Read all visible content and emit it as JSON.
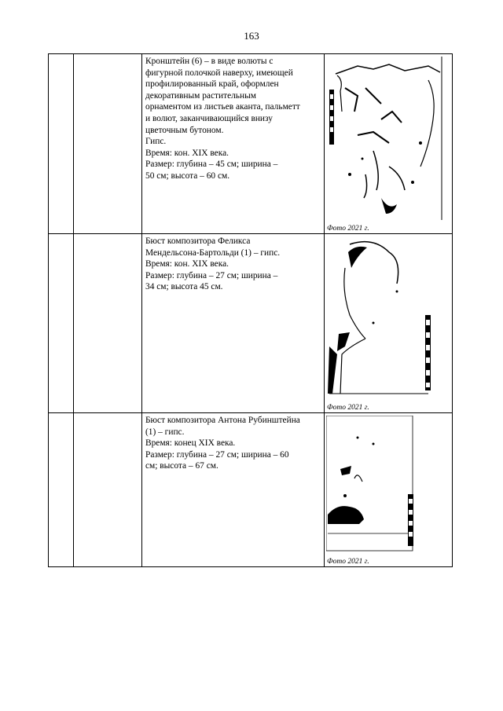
{
  "page": {
    "number": "163"
  },
  "rows": [
    {
      "lines": [
        "Кронштейн (6) – в виде волюты с",
        "фигурной полочкой наверху, имеющей",
        "профилированный край, оформлен",
        "декоративным растительным",
        "орнаментом из листьев аканта, пальметт",
        "и волют, заканчивающийся внизу",
        "цветочным бутоном.",
        "Гипс.",
        "Время: кон. XIX века.",
        "Размер: глубина – 45 см; ширина –",
        "50 см; высота – 60 см."
      ],
      "photo_caption": "Фото 2021 г."
    },
    {
      "lines": [
        "Бюст композитора Феликса",
        "Мендельсона-Бартольди (1) – гипс.",
        "Время: кон. XIX века.",
        "Размер: глубина – 27 см; ширина –",
        "34 см; высота 45 см."
      ],
      "photo_caption": "Фото 2021 г."
    },
    {
      "lines": [
        "Бюст композитора Антона Рубинштейна",
        "(1) – гипс.",
        "Время: конец XIX века.",
        "Размер: глубина – 27 см; ширина – 60",
        "см; высота – 67 см."
      ],
      "photo_caption": "Фото 2021 г."
    }
  ]
}
